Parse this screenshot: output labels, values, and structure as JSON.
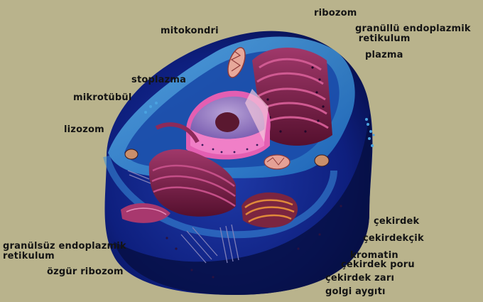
{
  "labels": {
    "ribozom": "ribozom",
    "granullu_er": "granüllü endoplazmik\n retikulum",
    "plazma": "plazma",
    "mitokondri": "mitokondri",
    "stoplazma": "stoplazma",
    "mikrotubul": "mikrotübül",
    "lizozom": "lizozom",
    "cekirdek": "çekirdek",
    "cekirdekcik": "çekirdekçik",
    "kromatin": "kromatin",
    "cekirdek_poru": "çekirdek poru",
    "cekirdek_zari": "çekirdek zarı",
    "golgi_aygiti": "golgi aygıtı",
    "granulsuz_er": "granülsüz endoplazmik\nretikulum",
    "ozgur_ribozom": "özgür ribozom"
  },
  "colors": {
    "background": "#b9b38c",
    "cytoplasm": "#0d1d78",
    "membrane": "#2b7fd0",
    "organelle": "#7e1f4a",
    "nucleus": "#e05fae"
  }
}
